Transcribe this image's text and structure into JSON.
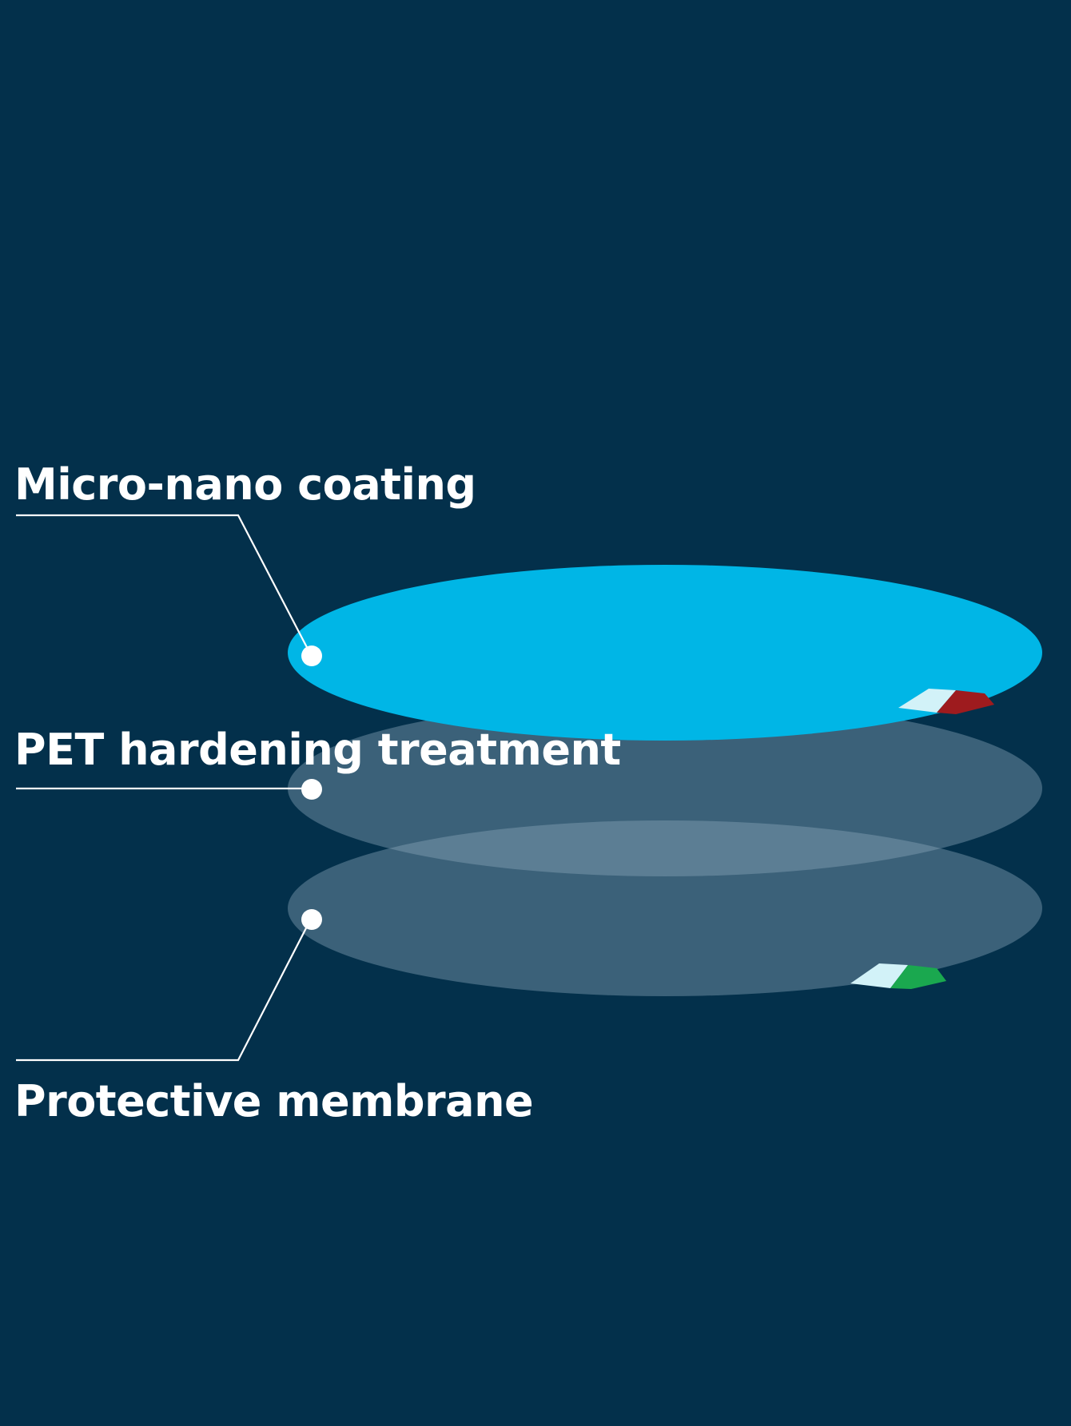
{
  "diagram": {
    "background_color": "#03304b",
    "layers": [
      {
        "id": "top",
        "label": "Micro-nano coating",
        "color": "#00b6e6",
        "tab_colors": [
          "#d2f2f8",
          "#9e1b1e"
        ]
      },
      {
        "id": "middle",
        "label": "PET hardening treatment",
        "color": "#8aa7bb"
      },
      {
        "id": "bottom",
        "label": "Protective membrane",
        "color": "#8aa7bb",
        "tab_colors": [
          "#d2f2f8",
          "#1aa84f"
        ]
      }
    ],
    "leader_color": "#ffffff",
    "dot_color": "#ffffff"
  }
}
